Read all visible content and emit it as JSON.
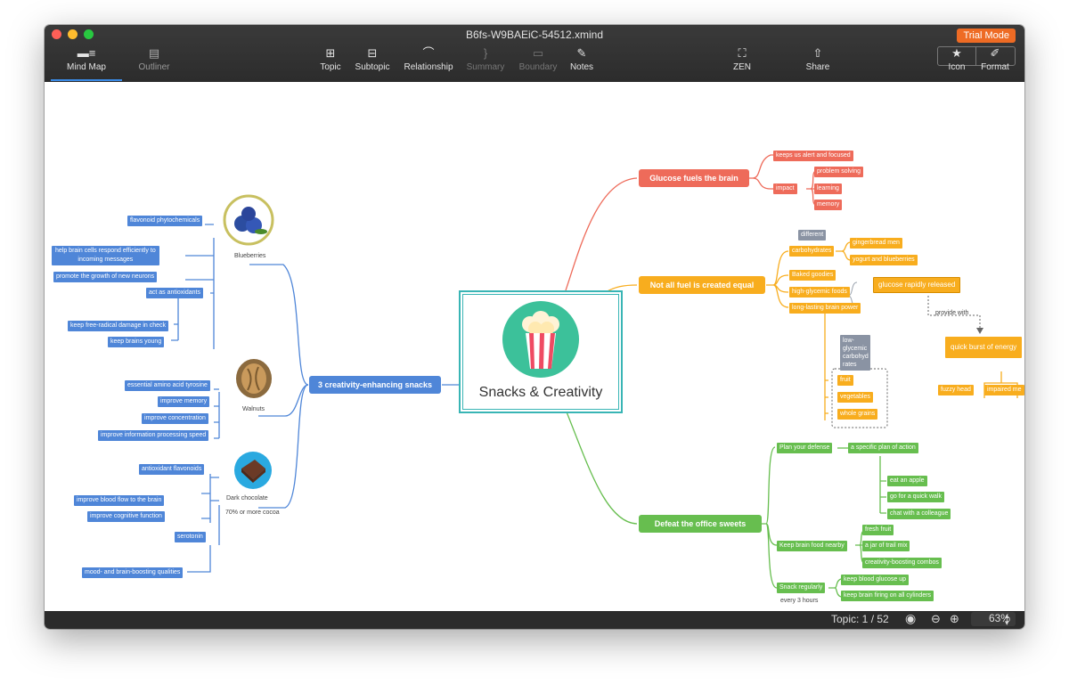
{
  "window": {
    "title": "B6fs-W9BAEiC-54512.xmind",
    "trial_label": "Trial Mode"
  },
  "toolbar": {
    "mind_map": "Mind Map",
    "outliner": "Outliner",
    "topic": "Topic",
    "subtopic": "Subtopic",
    "relationship": "Relationship",
    "summary": "Summary",
    "boundary": "Boundary",
    "notes": "Notes",
    "zen": "ZEN",
    "share": "Share",
    "icon": "Icon",
    "format": "Format"
  },
  "colors": {
    "blue": "#4f86d8",
    "red": "#ee6b5a",
    "orange": "#f8ad1e",
    "green": "#67be4f",
    "teal": "#39b5b5",
    "accent": "#ee6b24"
  },
  "central": {
    "title": "Snacks & Creativity",
    "icon": "popcorn-icon"
  },
  "left": {
    "main": "3 creativity-enhancing snacks",
    "blueberries": {
      "label": "Blueberries",
      "icon": "blueberries-icon",
      "items": [
        "flavonoid phytochemicals",
        "help brain cells respond efficiently to",
        "incoming messages",
        "promote the growth of new neurons",
        "act as antioxidants",
        "keep free-radical damage in check",
        "keep brains young"
      ]
    },
    "walnuts": {
      "label": "Walnuts",
      "icon": "walnut-icon",
      "items": [
        "essential amino acid tyrosine",
        "improve memory",
        "improve concentration",
        "improve information processing speed"
      ]
    },
    "chocolate": {
      "label": "Dark chocolate",
      "sublabel": "70% or more cocoa",
      "icon": "chocolate-icon",
      "items": [
        "antioxidant flavonoids",
        "improve blood flow to the brain",
        "improve cognitive function",
        "serotonin",
        "mood- and brain-boosting qualities"
      ]
    }
  },
  "right": {
    "glucose": {
      "main": "Glucose fuels the brain",
      "items": [
        "keeps us alert and focused",
        "impact",
        "problem solving",
        "learning",
        "memory"
      ]
    },
    "fuel": {
      "main": "Not all fuel is created equal",
      "different": "different",
      "items": [
        "carbohydrates",
        "gingerbread men",
        "yogurt and blueberries",
        "Baked goodies",
        "high-glycemic foods",
        "long-lasting brain power",
        "glucose rapidly released",
        "provide with",
        "quick burst of energy",
        "fuzzy head",
        "impaired me"
      ],
      "low": "low-\nglycemic\ncarbohyd\nrates",
      "low_items": [
        "fruit",
        "vegetables",
        "whole grains"
      ]
    },
    "sweets": {
      "main": "Defeat the office sweets",
      "items": [
        "Plan your defense",
        "a specific plan of action",
        "eat an apple",
        "go for a quick walk",
        "chat with a colleague",
        "Keep brain food nearby",
        "fresh fruit",
        "a jar of trail mix",
        "creativity-boosting combos",
        "Snack regularly",
        "keep blood glucose up",
        "keep brain firing on all cylinders"
      ],
      "every": "every 3 hours"
    }
  },
  "status": {
    "topic": "Topic: 1 / 52",
    "zoom": "63%"
  }
}
